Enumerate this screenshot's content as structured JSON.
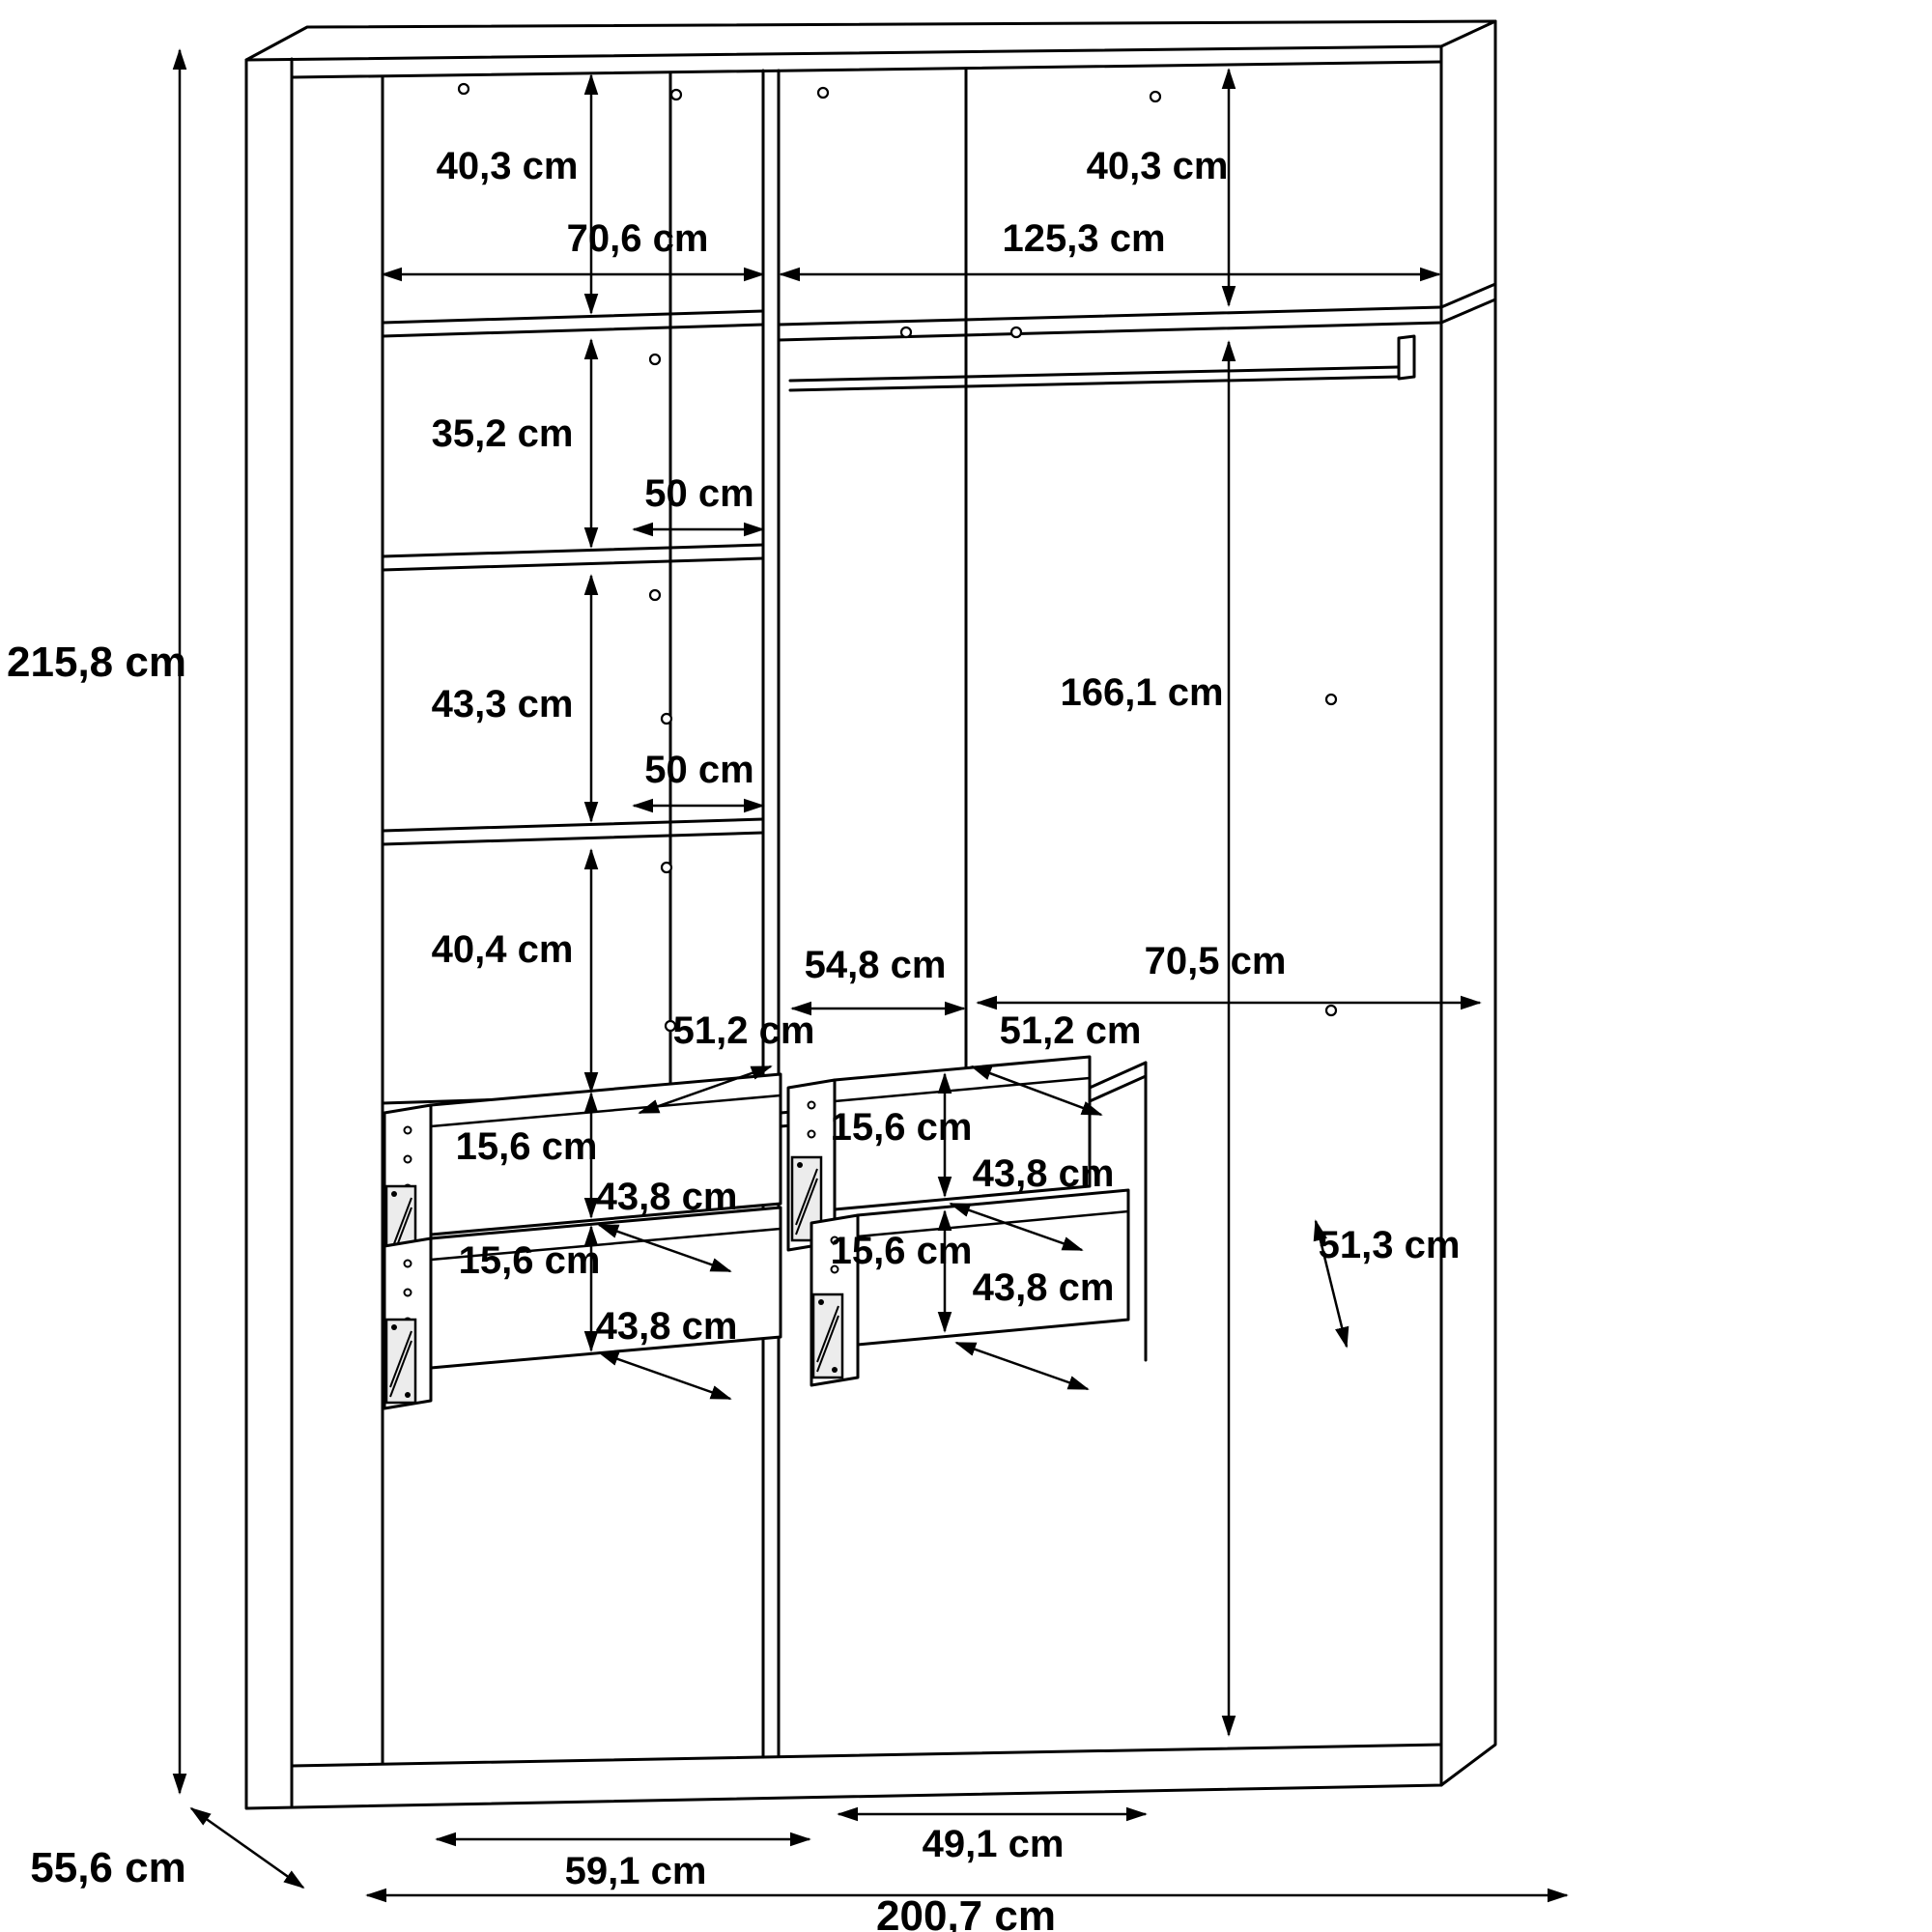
{
  "diagram": {
    "kind": "furniture-dimension-drawing",
    "subject": "wardrobe interior dimensions"
  },
  "colors": {
    "line": "#000000",
    "background": "#ffffff"
  },
  "labels": {
    "overall_height": "215,8 cm",
    "overall_width": "200,7 cm",
    "depth": "55,6 cm",
    "left_section_top": "40,3 cm",
    "right_section_top": "40,3 cm",
    "left_compartment_width": "70,6 cm",
    "right_compartment_width": "125,3 cm",
    "left_section_2": "35,2 cm",
    "shelf_width_upper": "50 cm",
    "left_section_3": "43,3 cm",
    "right_hanging_height": "166,1 cm",
    "shelf_width_lower": "50 cm",
    "left_section_4": "40,4 cm",
    "mid_compartment_width": "54,8 cm",
    "right_inner_width": "70,5 cm",
    "left_shelf_depth": "51,2 cm",
    "right_shelf_depth": "51,2 cm",
    "drawer_left_upper_height": "15,6 cm",
    "drawer_left_upper_depth": "43,8 cm",
    "drawer_right_upper_height": "15,6 cm",
    "drawer_right_upper_depth": "43,8 cm",
    "drawer_left_lower_height": "15,6 cm",
    "drawer_left_lower_depth": "43,8 cm",
    "drawer_right_lower_height": "15,6 cm",
    "drawer_right_lower_depth": "43,8 cm",
    "right_bottom_depth": "51,3 cm",
    "drawer_right_width": "49,1 cm",
    "drawer_left_width": "59,1 cm"
  }
}
